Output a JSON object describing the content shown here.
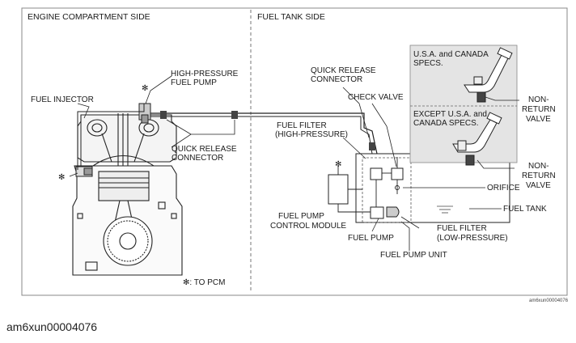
{
  "headers": {
    "engine_side": "ENGINE COMPARTMENT SIDE",
    "fuel_tank_side": "FUEL TANK SIDE"
  },
  "labels": {
    "high_pressure_pump_line1": "HIGH-PRESSURE",
    "high_pressure_pump_line2": "FUEL PUMP",
    "fuel_injector": "FUEL INJECTOR",
    "quick_release_left_line1": "QUICK RELEASE",
    "quick_release_left_line2": "CONNECTOR",
    "quick_release_right_line1": "QUICK RELEASE",
    "quick_release_right_line2": "CONNECTOR",
    "check_valve": "CHECK VALVE",
    "fuel_filter_hp_line1": "FUEL FILTER",
    "fuel_filter_hp_line2": "(HIGH-PRESSURE)",
    "usa_canada_line1": "U.S.A. and CANADA",
    "usa_canada_line2": "SPECS.",
    "except_usa_line1": "EXCEPT U.S.A. and",
    "except_usa_line2": "CANADA SPECS.",
    "nrv_top_line1": "NON-",
    "nrv_top_line2": "RETURN",
    "nrv_top_line3": "VALVE",
    "nrv_bottom_line1": "NON-",
    "nrv_bottom_line2": "RETURN",
    "nrv_bottom_line3": "VALVE",
    "orifice": "ORIFICE",
    "fuel_tank": "FUEL TANK",
    "pump_control_line1": "FUEL PUMP",
    "pump_control_line2": "CONTROL MODULE",
    "fuel_pump": "FUEL PUMP",
    "fuel_filter_lp_line1": "FUEL FILTER",
    "fuel_filter_lp_line2": "(LOW-PRESSURE)",
    "fuel_pump_unit": "FUEL PUMP UNIT",
    "to_pcm": "✻: TO PCM",
    "asterisk": "✻",
    "figure_code": "am6xun00004076"
  },
  "caption": "am6xun00004076"
}
